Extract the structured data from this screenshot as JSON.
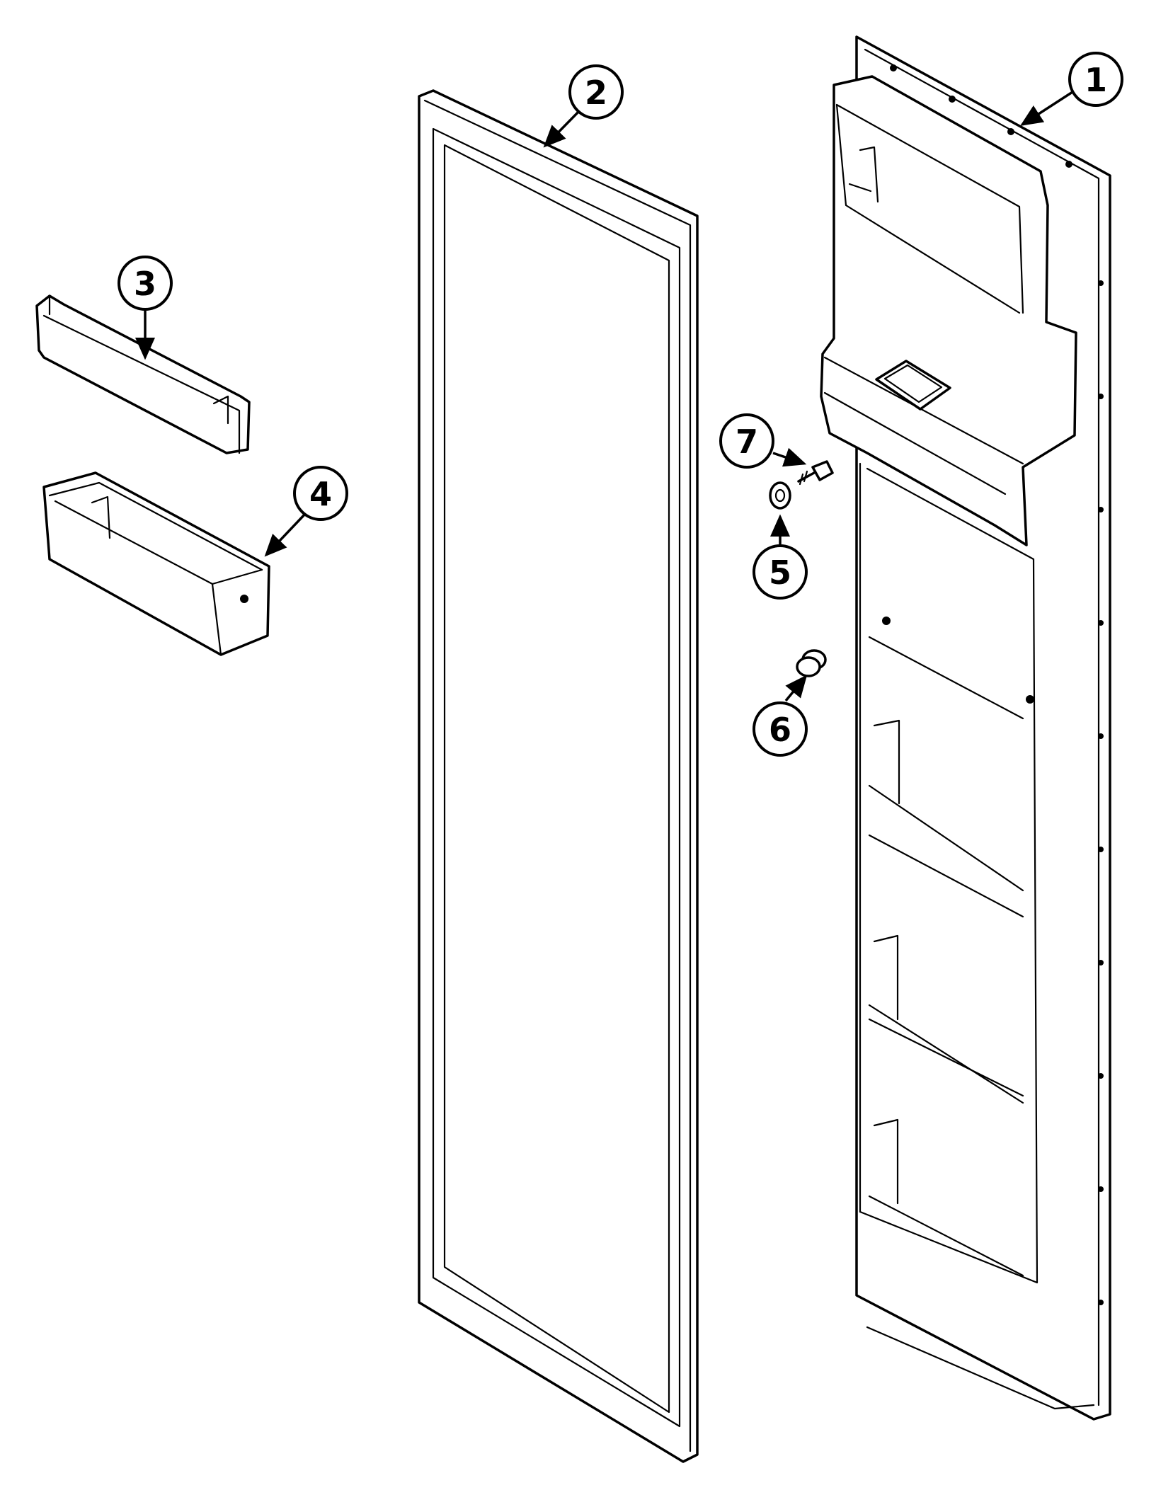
{
  "callouts": [
    {
      "id": "c1",
      "label": "1",
      "part": "door-liner"
    },
    {
      "id": "c2",
      "label": "2",
      "part": "door-gasket"
    },
    {
      "id": "c3",
      "label": "3",
      "part": "door-shelf-bar"
    },
    {
      "id": "c4",
      "label": "4",
      "part": "door-bin"
    },
    {
      "id": "c5",
      "label": "5",
      "part": "washer"
    },
    {
      "id": "c6",
      "label": "6",
      "part": "plug-button"
    },
    {
      "id": "c7",
      "label": "7",
      "part": "screw"
    }
  ],
  "colors": {
    "line": "#000000",
    "background": "#ffffff"
  }
}
